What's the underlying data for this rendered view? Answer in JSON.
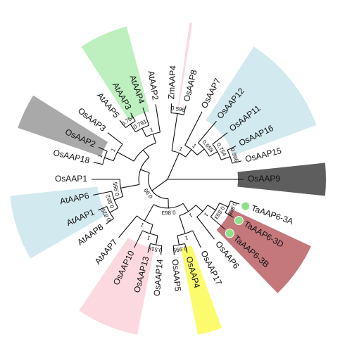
{
  "colors": {
    "cyan": "#d2e9ef",
    "green": "#bdf0be",
    "pink": "#fcd8e0",
    "gray": "#a9a9a9",
    "dark": "#5e5e5e",
    "rose": "#c4787c",
    "yellow": "#fbfb6c",
    "marker": "#8fe08a",
    "line": "#111111"
  },
  "clades": [
    {
      "name": "clade-osaap9",
      "color": "dark",
      "from": "OsAAP9",
      "to": "OsAAP9"
    },
    {
      "name": "clade-cyan-top",
      "color": "cyan",
      "from": "OsAAP15",
      "to": "OsAAP7"
    },
    {
      "name": "clade-pink-top",
      "color": "pink",
      "from": "OsAAP8",
      "to": "ZmAAP4"
    },
    {
      "name": "clade-green",
      "color": "green",
      "from": "AtAAP2",
      "to": "AtAAP5"
    },
    {
      "name": "clade-gray",
      "color": "gray",
      "from": "OsAAP3",
      "to": "OsAAP18"
    },
    {
      "name": "clade-cyan-left",
      "color": "cyan",
      "from": "OsAAP1",
      "to": "AtAAP8"
    },
    {
      "name": "clade-pink-bottom",
      "color": "pink",
      "from": "AtAAP7",
      "to": "OsAAP14"
    },
    {
      "name": "clade-yellow",
      "color": "yellow",
      "from": "OsAAP5",
      "to": "OsAAP17"
    },
    {
      "name": "clade-rose",
      "color": "rose",
      "from": "OsAAP6",
      "to": "TaAAP6-3A"
    }
  ],
  "leaves": [
    {
      "label": "OsAAP9",
      "angle": 0,
      "highlight": false
    },
    {
      "label": "OsAAP15",
      "angle": -14,
      "highlight": false
    },
    {
      "label": "OsAAP16",
      "angle": -26,
      "highlight": false
    },
    {
      "label": "OsAAP11",
      "angle": -38,
      "highlight": false
    },
    {
      "label": "OsAAP12",
      "angle": -50,
      "highlight": false
    },
    {
      "label": "OsAAP7",
      "angle": -63,
      "highlight": false
    },
    {
      "label": "OsAAP8",
      "angle": -76,
      "highlight": false
    },
    {
      "label": "ZmAAP4",
      "angle": -87,
      "highlight": false
    },
    {
      "label": "AtAAP2",
      "angle": -99,
      "highlight": false
    },
    {
      "label": "AtAAP4",
      "angle": -109,
      "highlight": false
    },
    {
      "label": "AtAAP3",
      "angle": -119,
      "highlight": false
    },
    {
      "label": "AtAAP5",
      "angle": -129,
      "highlight": false
    },
    {
      "label": "OsAAP3",
      "angle": -142,
      "highlight": false
    },
    {
      "label": "OsAAP2",
      "angle": -155,
      "highlight": false
    },
    {
      "label": "OsAAP18",
      "angle": -167,
      "highlight": false
    },
    {
      "label": "OsAAP1",
      "angle": -180,
      "highlight": false
    },
    {
      "label": "AtAAP6",
      "angle": -192,
      "highlight": false
    },
    {
      "label": "AtAAP1",
      "angle": -204,
      "highlight": false
    },
    {
      "label": "AtAAP8",
      "angle": -216,
      "highlight": false
    },
    {
      "label": "AtAAP7",
      "angle": -230,
      "highlight": false
    },
    {
      "label": "OsAAP10",
      "angle": -244,
      "highlight": false
    },
    {
      "label": "OsAAP13",
      "angle": -255,
      "highlight": false
    },
    {
      "label": "OsAAP14",
      "angle": -265,
      "highlight": false
    },
    {
      "label": "OsAAP5",
      "angle": -275,
      "highlight": false
    },
    {
      "label": "OsAAP4",
      "angle": -285,
      "highlight": false
    },
    {
      "label": "OsAAP17",
      "angle": -296,
      "highlight": false
    },
    {
      "label": "OsAAP6",
      "angle": -308,
      "highlight": false
    },
    {
      "label": "TaAAP6-3B",
      "angle": -319,
      "highlight": true
    },
    {
      "label": "TaAAP6-3D",
      "angle": -330,
      "highlight": true
    },
    {
      "label": "TaAAP6-3A",
      "angle": -341,
      "highlight": true
    }
  ],
  "nodes": [
    {
      "id": "n_ta_ad",
      "children": [
        "TaAAP6-3A",
        "TaAAP6-3D"
      ],
      "support": "0.868"
    },
    {
      "id": "n_ta",
      "children": [
        "n_ta_ad",
        "TaAAP6-3B"
      ],
      "support": "0.893"
    },
    {
      "id": "n_ta_os6",
      "children": [
        "n_ta",
        "OsAAP6"
      ],
      "support": "1"
    },
    {
      "id": "n_os5_4",
      "children": [
        "OsAAP5",
        "OsAAP4"
      ],
      "support": "0.999"
    },
    {
      "id": "n_y",
      "children": [
        "n_os5_4",
        "OsAAP17"
      ],
      "support": "1"
    },
    {
      "id": "n_ry",
      "children": [
        "n_ta_os6",
        "n_y"
      ],
      "support": "1"
    },
    {
      "id": "n_os13_14",
      "children": [
        "OsAAP13",
        "OsAAP14"
      ],
      "support": "0.518"
    },
    {
      "id": "n_os10",
      "children": [
        "OsAAP10",
        "n_os13_14"
      ],
      "support": "1"
    },
    {
      "id": "n_pink_b",
      "children": [
        "AtAAP7",
        "n_os10"
      ],
      "support": "1"
    },
    {
      "id": "n_lower",
      "children": [
        "n_pink_b",
        "n_ry"
      ],
      "support": "0.863"
    },
    {
      "id": "n_at1_8",
      "children": [
        "AtAAP1",
        "AtAAP8"
      ],
      "support": "0.825"
    },
    {
      "id": "n_at6",
      "children": [
        "AtAAP6",
        "n_at1_8"
      ],
      "support": "0.862"
    },
    {
      "id": "n_os1",
      "children": [
        "OsAAP1",
        "n_at6"
      ],
      "support": "0.995"
    },
    {
      "id": "n_os2_18",
      "children": [
        "OsAAP2",
        "OsAAP18"
      ],
      "support": "1"
    },
    {
      "id": "n_gray",
      "children": [
        "OsAAP3",
        "n_os2_18"
      ],
      "support": "1"
    },
    {
      "id": "n_at3_5",
      "children": [
        "AtAAP3",
        "AtAAP5"
      ],
      "support": "0.754"
    },
    {
      "id": "n_at4",
      "children": [
        "AtAAP4",
        "n_at3_5"
      ],
      "support": "0.791"
    },
    {
      "id": "n_green",
      "children": [
        "AtAAP2",
        "n_at4"
      ],
      "support": "1"
    },
    {
      "id": "n_upper_left",
      "children": [
        "n_gray",
        "n_green"
      ],
      "support": ""
    },
    {
      "id": "n_left",
      "children": [
        "n_os1",
        "n_upper_left"
      ],
      "support": ""
    },
    {
      "id": "n_big",
      "children": [
        "n_lower",
        "n_left"
      ],
      "support": "0.99"
    },
    {
      "id": "n_zm",
      "children": [
        "ZmAAP4",
        "OsAAP8"
      ],
      "support": "0.596"
    },
    {
      "id": "n_os15_16",
      "children": [
        "OsAAP15",
        "OsAAP16"
      ],
      "support": "0.996"
    },
    {
      "id": "n_os11",
      "children": [
        "OsAAP11",
        "n_os15_16"
      ],
      "support": "0.754"
    },
    {
      "id": "n_os12",
      "children": [
        "OsAAP12",
        "n_os11"
      ],
      "support": "0.658"
    },
    {
      "id": "n_os7",
      "children": [
        "OsAAP7",
        "n_os12"
      ],
      "support": "1"
    },
    {
      "id": "n_right",
      "children": [
        "n_zm",
        "n_os7"
      ],
      "support": "1"
    },
    {
      "id": "n_root",
      "children": [
        "n_big",
        "n_right",
        "OsAAP9"
      ],
      "support": ""
    }
  ]
}
